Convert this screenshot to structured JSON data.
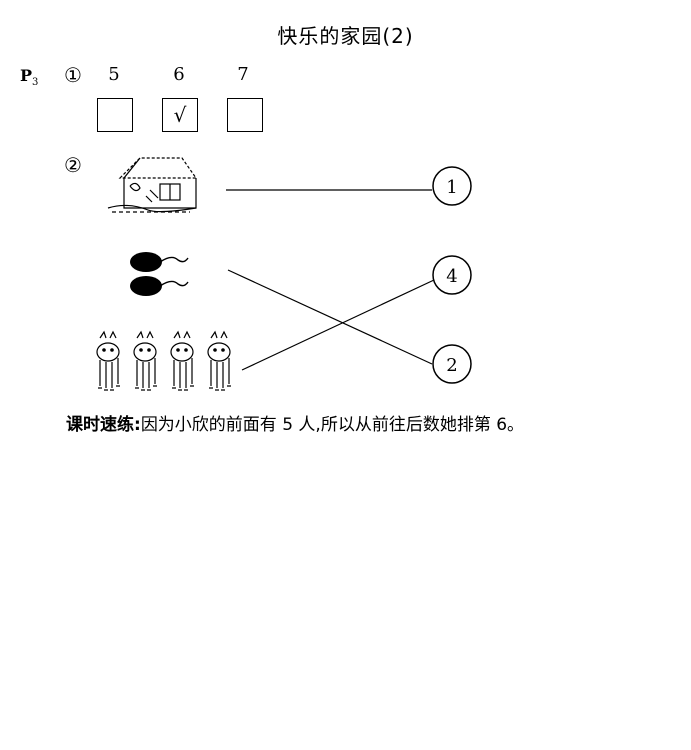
{
  "title": "快乐的家园(2)",
  "page_label_main": "P",
  "page_label_sub": "3",
  "q1": {
    "marker": "①",
    "options": [
      {
        "number": "5",
        "mark": ""
      },
      {
        "number": "6",
        "mark": "√"
      },
      {
        "number": "7",
        "mark": ""
      }
    ]
  },
  "q2": {
    "marker": "②",
    "circle_labels": [
      "1",
      "4",
      "2"
    ],
    "pictures": [
      "house-picture",
      "tadpoles-picture",
      "deer-picture"
    ]
  },
  "footer": {
    "label": "课时速练:",
    "text": "因为小欣的前面有 5 人,所以从前往后数她排第 6。"
  }
}
